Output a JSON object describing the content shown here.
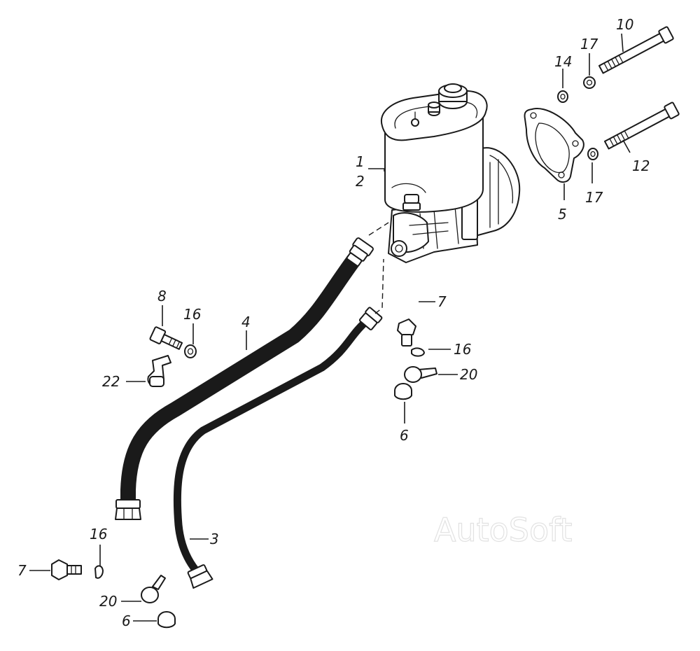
{
  "watermark": "AutoSoft",
  "callouts": [
    {
      "id": "c-1",
      "text": "1"
    },
    {
      "id": "c-2",
      "text": "2"
    },
    {
      "id": "c-3",
      "text": "3"
    },
    {
      "id": "c-4",
      "text": "4"
    },
    {
      "id": "c-5",
      "text": "5"
    },
    {
      "id": "c-6a",
      "text": "6"
    },
    {
      "id": "c-6b",
      "text": "6"
    },
    {
      "id": "c-7a",
      "text": "7"
    },
    {
      "id": "c-7b",
      "text": "7"
    },
    {
      "id": "c-8",
      "text": "8"
    },
    {
      "id": "c-10",
      "text": "10"
    },
    {
      "id": "c-12",
      "text": "12"
    },
    {
      "id": "c-14",
      "text": "14"
    },
    {
      "id": "c-16a",
      "text": "16"
    },
    {
      "id": "c-16b",
      "text": "16"
    },
    {
      "id": "c-16c",
      "text": "16"
    },
    {
      "id": "c-17a",
      "text": "17"
    },
    {
      "id": "c-17b",
      "text": "17"
    },
    {
      "id": "c-20a",
      "text": "20"
    },
    {
      "id": "c-20b",
      "text": "20"
    },
    {
      "id": "c-22",
      "text": "22"
    }
  ]
}
